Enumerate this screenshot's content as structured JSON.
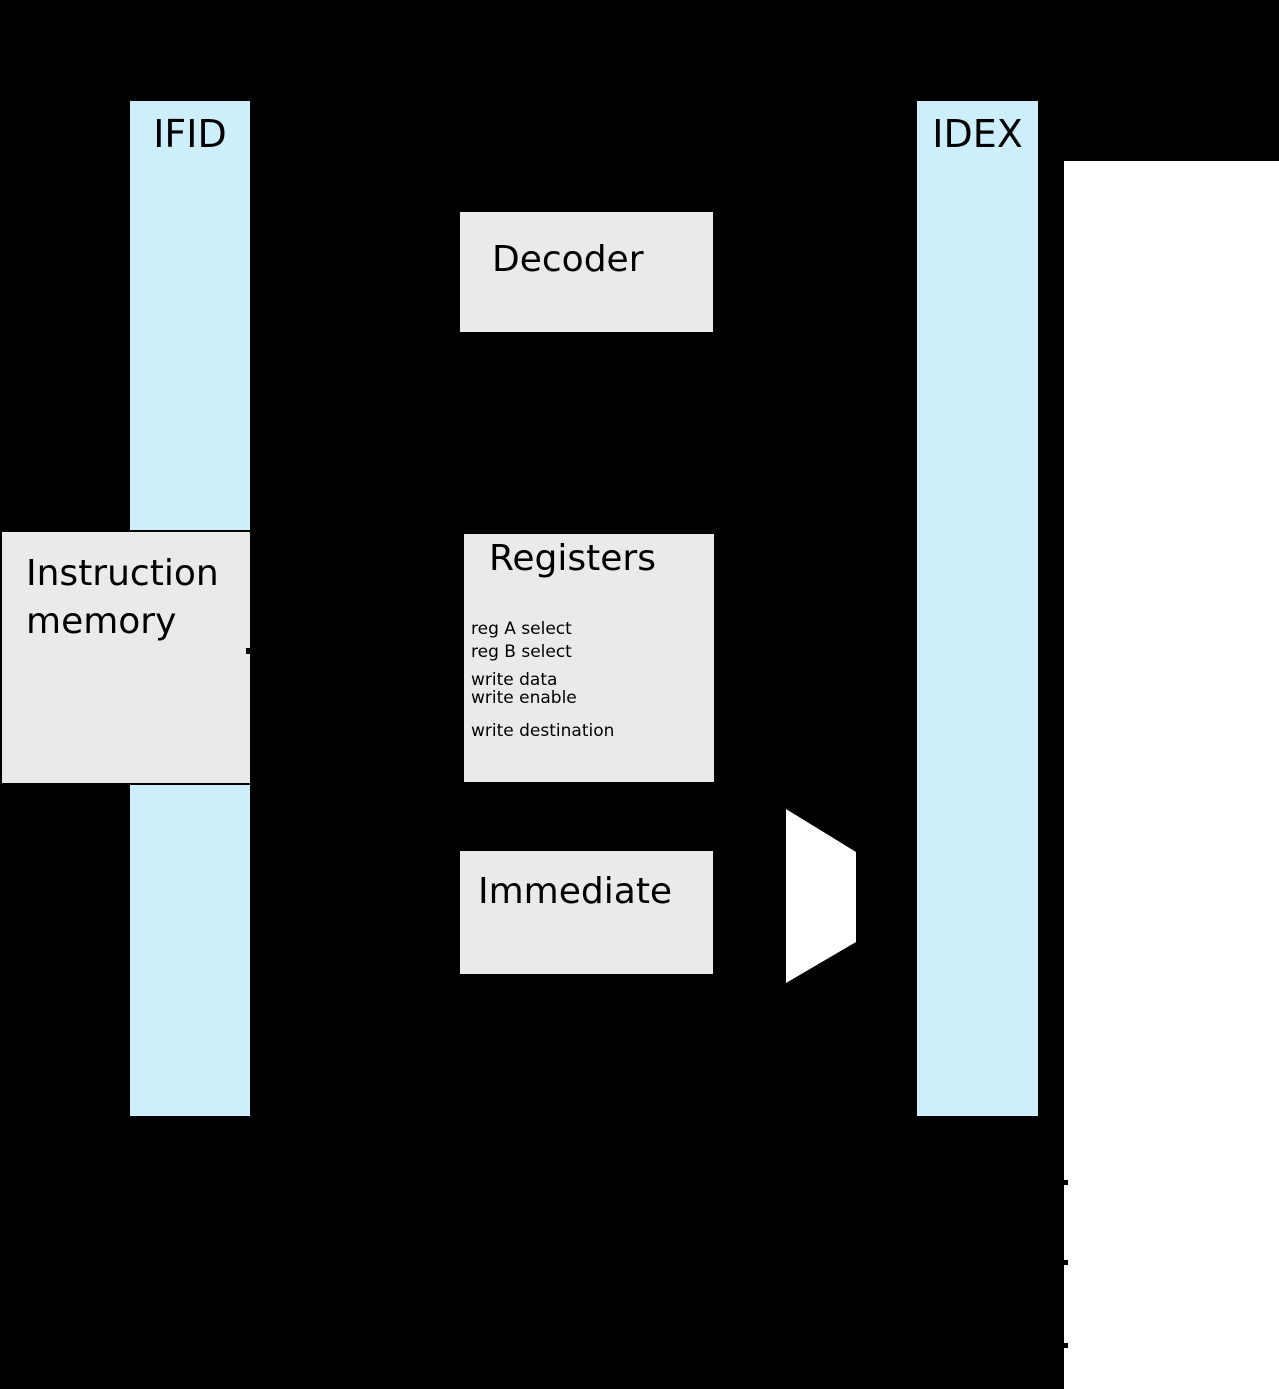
{
  "colors": {
    "background": "#000000",
    "pipeline_register_fill": "#cdeefb",
    "block_fill": "#eaeaea",
    "border": "#000000",
    "mux_fill": "#ffffff",
    "right_panel_fill": "#ffffff",
    "text": "#000000"
  },
  "pipeline_registers": [
    {
      "label": "IFID"
    },
    {
      "label": "IDEX"
    }
  ],
  "blocks": {
    "decoder": {
      "label": "Decoder"
    },
    "instruction_memory": {
      "label": "Instruction memory"
    },
    "registers": {
      "label": "Registers",
      "ports": [
        "reg A select",
        "reg B select",
        "write data",
        "write enable",
        "write destination"
      ]
    },
    "immediate": {
      "label": "Immediate"
    }
  }
}
